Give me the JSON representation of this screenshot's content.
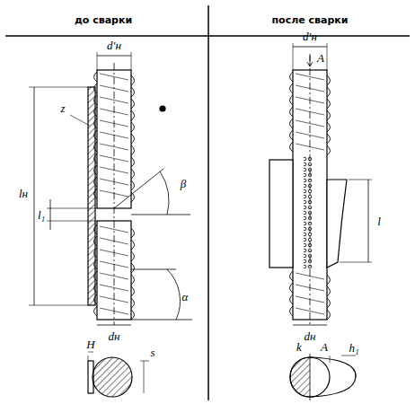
{
  "diagram": {
    "labels": [
      "до сварки",
      "после сварки",
      "d′н",
      "z",
      "lн",
      "l₁",
      "β",
      "α",
      "dн",
      "H",
      "s",
      "d′н",
      "A",
      "l",
      "dн",
      "k",
      "A",
      "h₁"
    ]
  }
}
